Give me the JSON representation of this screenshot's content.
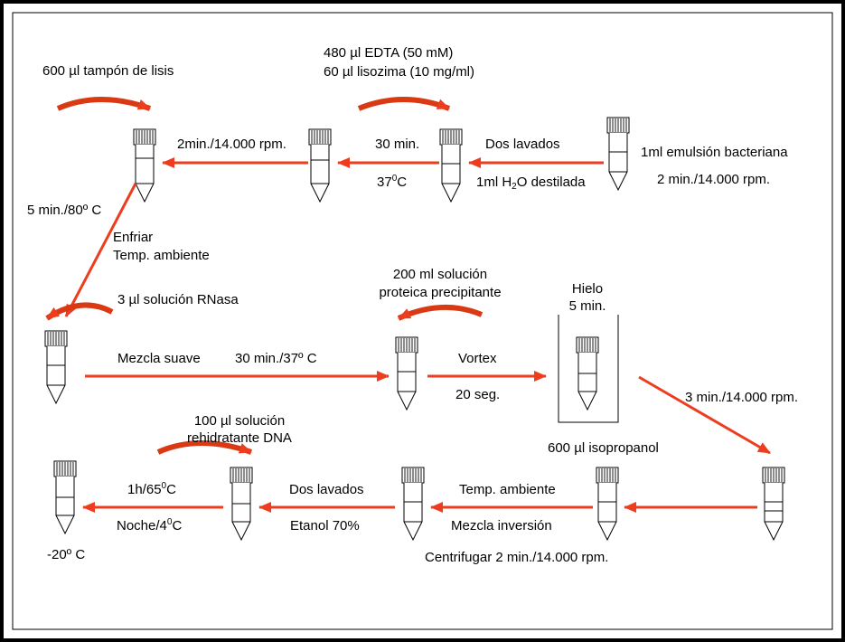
{
  "row1": {
    "lysis_buffer": "600 µl tampón de lisis",
    "edta": "480 µl  EDTA (50 mM)",
    "lysozyme": "60 µl lisozima (10 mg/ml)",
    "spin_2min": "2min./14.000 rpm.",
    "incubate_time": "30 min.",
    "incubate_temp_value": "37",
    "incubate_temp_sup": "0",
    "incubate_temp_unit": "C",
    "washes": "Dos lavados",
    "water_prefix": "1ml H",
    "water_sub": "2",
    "water_suffix": "O destilada",
    "emulsion": "1ml emulsión bacteriana",
    "emulsion_spin": "2 min./14.000 rpm."
  },
  "diag": {
    "heat": "5 min./80º C",
    "cool_1": "Enfriar",
    "cool_2": "Temp. ambiente"
  },
  "row2": {
    "rnase": "3 µl solución RNasa",
    "gentle_mix": "Mezcla suave",
    "gentle_mix_cond": "30 min./37º C",
    "protein_1": "200 ml solución",
    "protein_2": "proteica precipitante",
    "vortex": "Vortex",
    "vortex_time": "20 seg.",
    "ice": "Hielo",
    "ice_time": "5 min.",
    "spin_3min": "3 min./14.000 rpm."
  },
  "row3": {
    "rehydration_1": "100 µl solución",
    "rehydration_2": "rehidratante DNA",
    "incub_1_prefix": "1h/65",
    "incub_1_sup": "0",
    "incub_1_suffix": "C",
    "incub_2_prefix": "Noche/4",
    "incub_2_sup": "0",
    "incub_2_suffix": "C",
    "store": "-20º C",
    "washes": "Dos lavados",
    "ethanol": "Etanol 70%",
    "room_temp": "Temp. ambiente",
    "invert_mix": "Mezcla inversión",
    "centrifuge": "Centrifugar 2 min./14.000 rpm.",
    "isopropanol": "600 µl isopropanol"
  },
  "colors": {
    "arrow": "#ee3d1e",
    "addition": "#d93a14",
    "frame": "#000000"
  }
}
